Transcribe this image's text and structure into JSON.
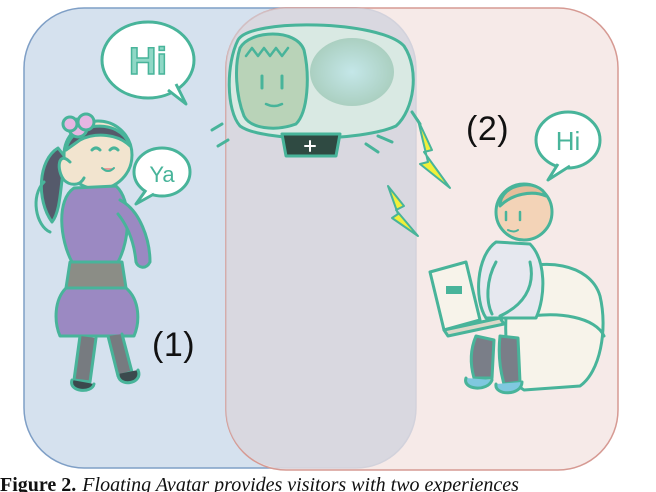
{
  "figure": {
    "panel_1_label": "(1)",
    "panel_2_label": "(2)",
    "bubbles": {
      "girl_hi": "Hi",
      "girl_ya": "Ya",
      "visitor_hi": "Hi"
    },
    "colors": {
      "panel_1_fill": "#d5e1ee",
      "panel_1_border": "#7f9fc6",
      "panel_2_fill": "#f3e3e0",
      "panel_2_border": "#d69a93",
      "ink": "#48b49a",
      "lightning": "#f1f03a"
    }
  },
  "caption": {
    "number": "Figure 2.",
    "text": "Floating Avatar provides visitors with two experiences"
  }
}
